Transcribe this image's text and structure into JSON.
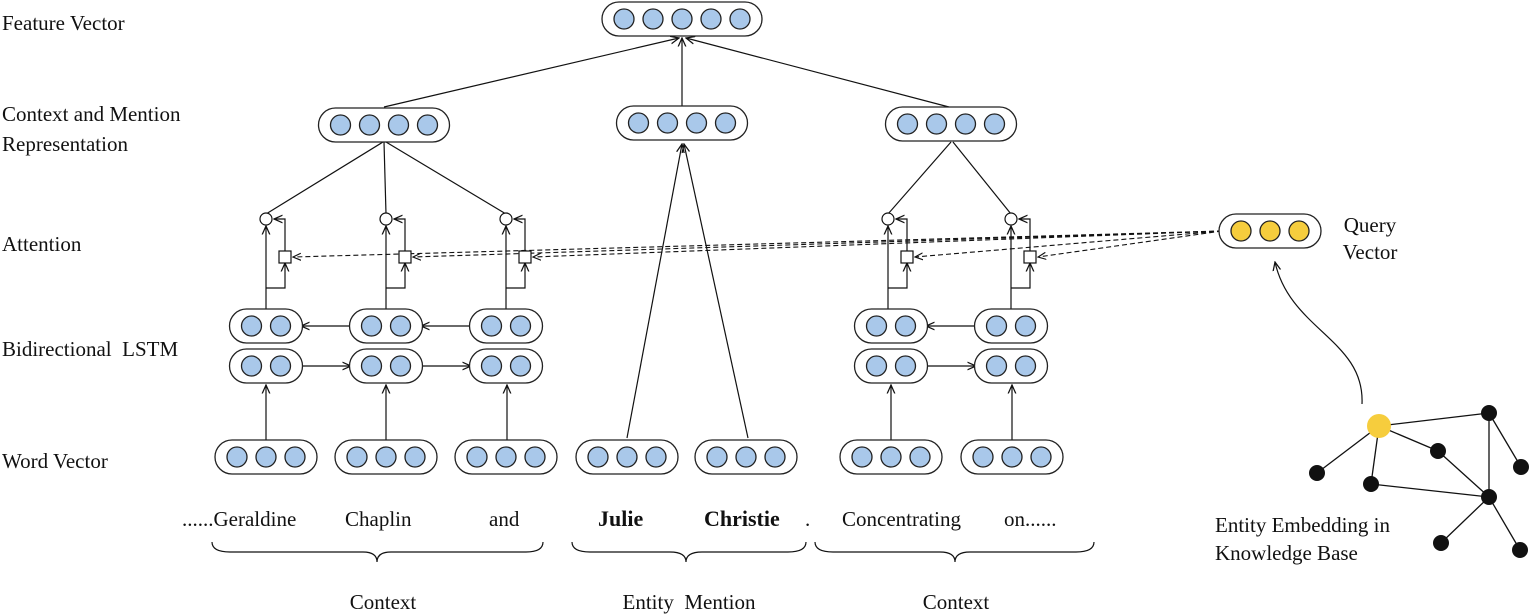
{
  "labels": {
    "feature_vector": "Feature Vector",
    "context_mention_line1": "Context and Mention",
    "context_mention_line2": "Representation",
    "attention": "Attention",
    "bilstm": "Bidirectional  LSTM",
    "word_vector": "Word Vector",
    "query_line1": "Query",
    "query_line2": "Vector",
    "kb_line1": "Entity Embedding in",
    "kb_line2": "Knowledge Base"
  },
  "words": {
    "w1": "......Geraldine",
    "w2": "Chaplin",
    "w3": "and",
    "w4": "Julie",
    "w5": "Christie",
    "w5_period": ".",
    "w6": "Concentrating",
    "w7": "on......"
  },
  "groups": {
    "context_left": "Context",
    "entity_mention": "Entity  Mention",
    "context_right": "Context"
  },
  "colors": {
    "node_fill": "#a9c8ea",
    "query_fill": "#f6cd3d",
    "kb_hub": "#f6cd3d",
    "kb_node": "#111111"
  }
}
